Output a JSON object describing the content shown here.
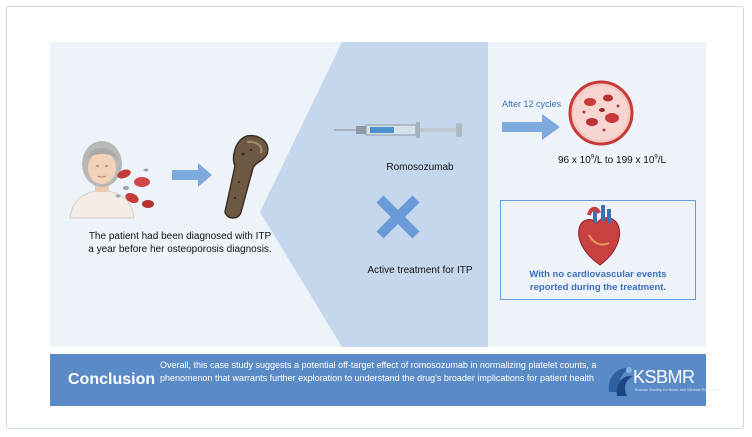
{
  "colors": {
    "panel_bg": "#edf3f9",
    "center_band": "#c5d7ec",
    "arrow": "#6a9bd8",
    "cross": "#6a9bd8",
    "conclusion_bg": "#5a8bc7",
    "cv_text": "#3a6fc0",
    "box_border": "#6b9bd6"
  },
  "icons": {
    "patient": "elderly-woman-icon",
    "cells": "red-blood-cells-icon",
    "bone": "femur-bone-icon",
    "syringe": "syringe-icon",
    "cross": "cross-icon",
    "platelets": "blood-smear-icon",
    "heart": "heart-icon",
    "logo": "ksbmr-logo-icon"
  },
  "left": {
    "description_line1": "The patient had been diagnosed with ITP",
    "description_line2": "a year before her osteoporosis diagnosis."
  },
  "center": {
    "drug_label": "Romosozumab",
    "active_label": "Active treatment for ITP"
  },
  "right": {
    "after_label": "After 12 cycles",
    "count_start": "96 x 10",
    "count_exp1": "9",
    "count_mid": "/L to 199 x 10",
    "count_exp2": "9",
    "count_end": "/L",
    "cv_line1": "With no cardiovascular events",
    "cv_line2": "reported during the treatment."
  },
  "conclusion": {
    "title": "Conclusion",
    "text": "Overall, this case study suggests a potential off-target effect of romosozumab in normalizing platelet counts, a phenomenon that warrants further exploration to understand the drug's broader implications for patient health",
    "logo_text": "KSBMR",
    "logo_sub": "Korean Society for Bone and Mineral Research"
  }
}
